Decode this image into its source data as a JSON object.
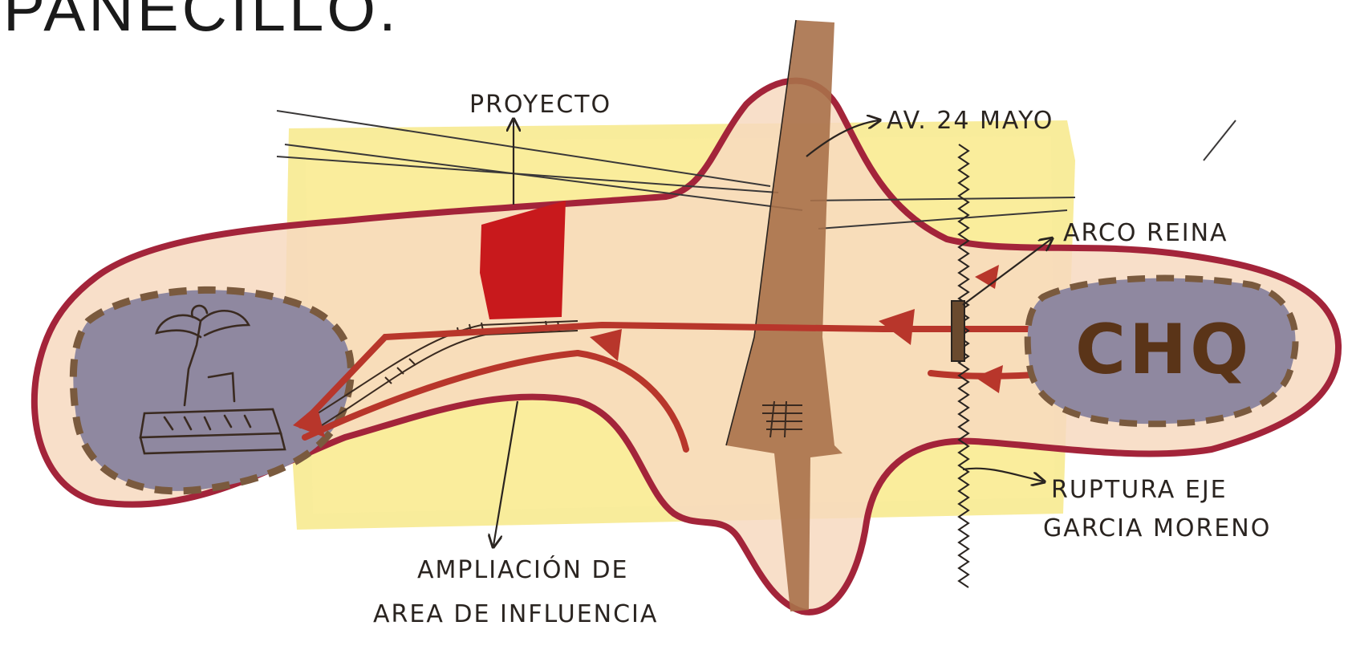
{
  "title": "PANECILLO.",
  "labels": {
    "proyecto": "PROYECTO",
    "av24mayo": "AV. 24 MAYO",
    "arco_reina": "ARCO REINA",
    "chq": "CHQ",
    "ruptura_line1": "RUPTURA EJE",
    "ruptura_line2": "GARCIA MORENO",
    "ampliacion_line1": "AMPLIACIÓN DE",
    "ampliacion_line2": "AREA DE INFLUENCIA"
  },
  "colors": {
    "outline": "#a3243a",
    "zone_fill": "#f7d9bf",
    "wash": "#f6e57a",
    "gray_blob": "#8f88a0",
    "avenue": "#a8714a",
    "project_block": "#c8191c",
    "flow_arrows": "#b8362b",
    "ink": "#2a2420"
  }
}
